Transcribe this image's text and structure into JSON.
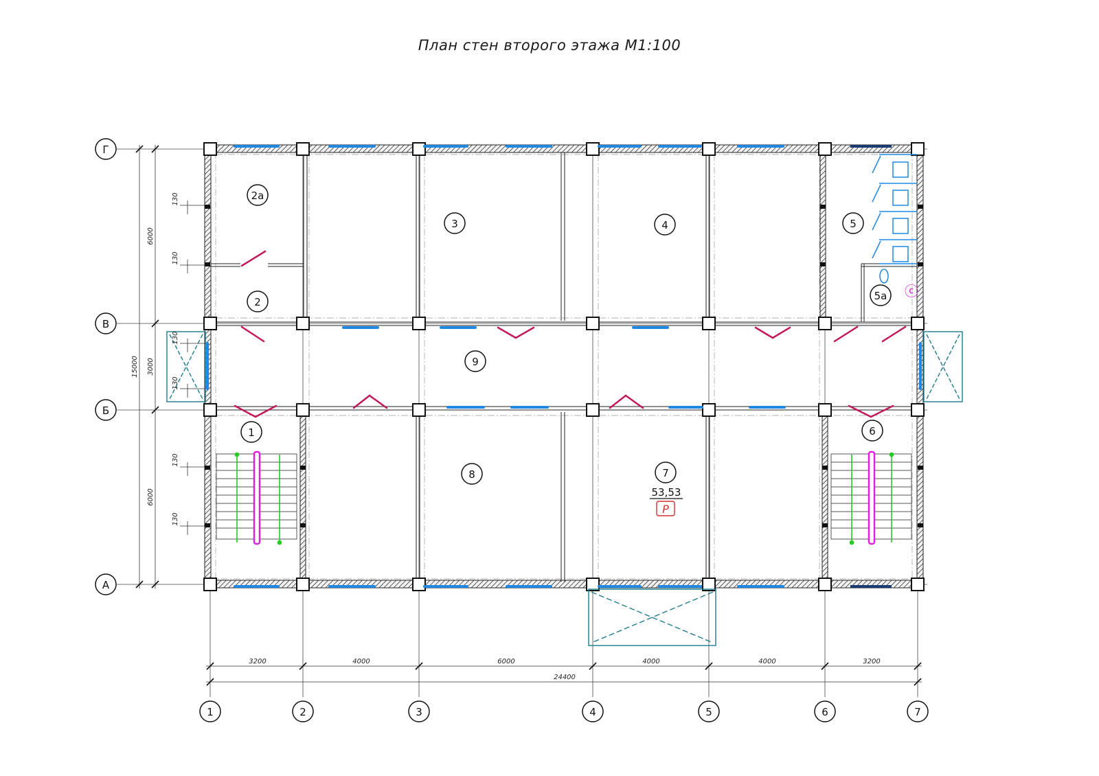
{
  "title": "План стен второго этажа М1:100",
  "axes": {
    "horizontal": [
      "1",
      "2",
      "3",
      "4",
      "5",
      "6",
      "7"
    ],
    "vertical": [
      "Г",
      "В",
      "Б",
      "А"
    ]
  },
  "dimensions": {
    "bottom_spans": [
      "3200",
      "4000",
      "6000",
      "4000",
      "4000",
      "3200"
    ],
    "bottom_total": "24400",
    "left_spans": [
      "6000",
      "3000",
      "6000"
    ],
    "left_total": "15000",
    "wall_offsets": [
      "130",
      "130",
      "130",
      "130",
      "130",
      "130"
    ]
  },
  "rooms": [
    {
      "id": "2a",
      "label": "2а"
    },
    {
      "id": "2",
      "label": "2"
    },
    {
      "id": "3",
      "label": "3"
    },
    {
      "id": "4",
      "label": "4"
    },
    {
      "id": "5",
      "label": "5"
    },
    {
      "id": "5a",
      "label": "5а"
    },
    {
      "id": "9",
      "label": "9"
    },
    {
      "id": "1",
      "label": "1"
    },
    {
      "id": "6",
      "label": "6"
    },
    {
      "id": "8",
      "label": "8"
    },
    {
      "id": "7",
      "label": "7"
    }
  ],
  "room7": {
    "area": "53,53",
    "tag": "Р"
  },
  "colors": {
    "wall": "#2a2a2a",
    "window": "#1e88e5",
    "door": "#c2185b",
    "stair_arrow": "#22cc22",
    "stair_rail": "#e020e0",
    "balcony": "#1c7c8c"
  }
}
